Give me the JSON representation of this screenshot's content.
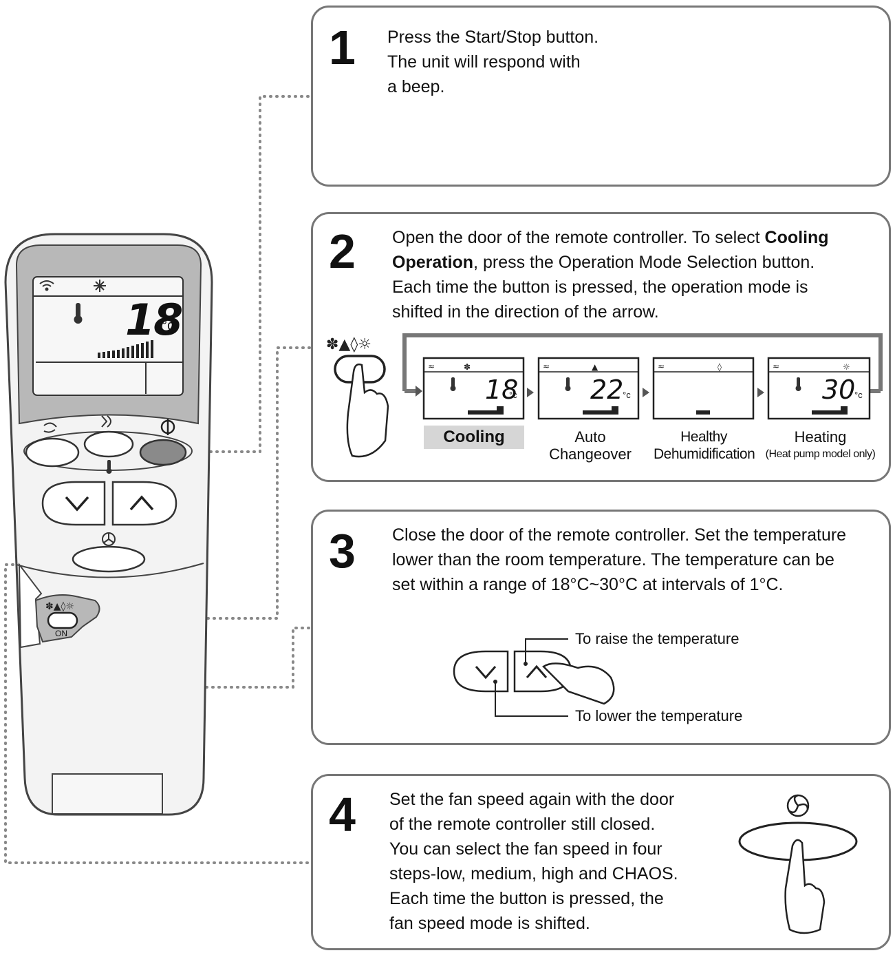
{
  "steps": [
    {
      "number": "1",
      "lines": [
        "Press the Start/Stop button.",
        "The unit will respond with",
        "a beep."
      ]
    },
    {
      "number": "2",
      "pre": "Open the door of the remote controller. To select ",
      "bold1": "Cooling",
      "bold2": "Operation",
      "post": ", press the Operation Mode Selection button.",
      "line3": "Each time the button is pressed, the operation mode is",
      "line4": "shifted in the direction of the arrow."
    },
    {
      "number": "3",
      "lines": [
        "Close the door of the remote controller. Set the temperature",
        "lower than the room temperature. The temperature can be",
        "set within a range of 18°C~30°C at intervals of 1°C."
      ]
    },
    {
      "number": "4",
      "lines": [
        "Set the fan speed again with the door",
        "of the remote controller still closed.",
        "You can select the fan speed in four",
        "steps-low, medium, high and CHAOS.",
        "Each time the button is pressed, the",
        "fan speed mode is shifted."
      ]
    }
  ],
  "modes": [
    {
      "label": "Cooling",
      "temp": "18",
      "unit": "°c"
    },
    {
      "label1": "Auto",
      "label2": "Changeover",
      "temp": "22",
      "unit": "°c"
    },
    {
      "label1": "Healthy",
      "label2": "Dehumidification"
    },
    {
      "label1": "Heating",
      "label2": "(Heat pump model only)",
      "temp": "30",
      "unit": "°c"
    }
  ],
  "remote": {
    "display_temp": "18",
    "display_unit": "°c",
    "on_label": "ON"
  },
  "temp_control": {
    "raise": "To raise the temperature",
    "lower": "To lower the temperature"
  },
  "colors": {
    "panel_border": "#777777",
    "remote_body": "#f2f2f2",
    "display_frame": "#b9b9b9",
    "cooling_highlight": "#d6d6d6"
  }
}
